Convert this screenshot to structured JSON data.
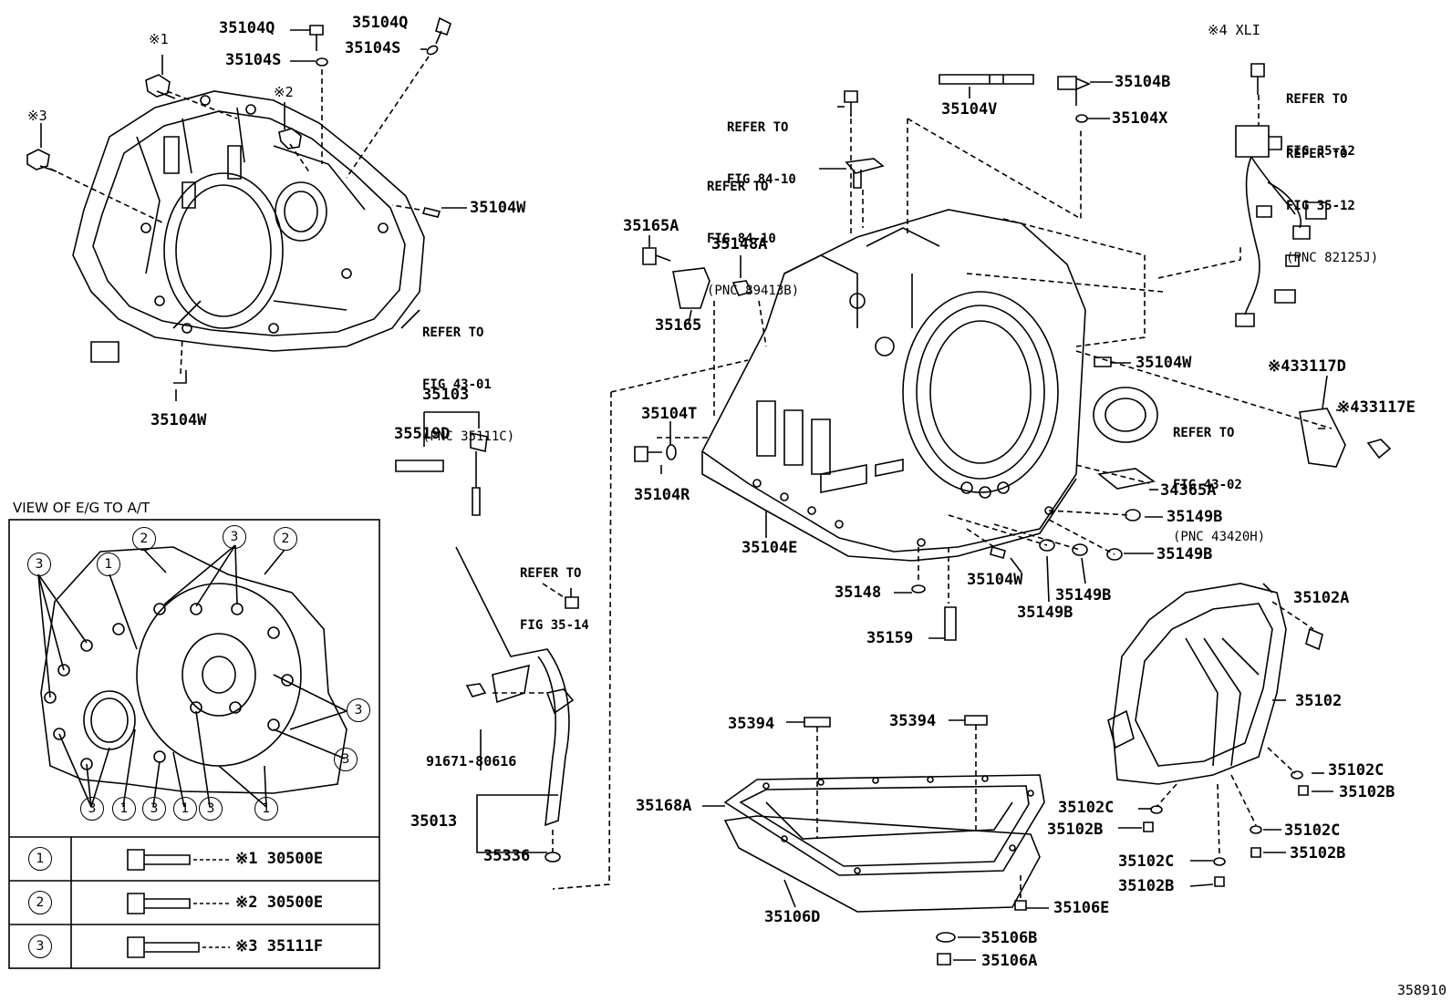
{
  "diagram": {
    "figure_id": "358910",
    "note_top_right": "※4 XLI",
    "view_title": "VIEW OF E/G TO A/T",
    "parts": {
      "p35104Q_a": "35104Q",
      "p35104Q_b": "35104Q",
      "p35104S_a": "35104S",
      "p35104S_b": "35104S",
      "p35104W_a": "35104W",
      "p35104W_b": "35104W",
      "p35104W_c": "35104W",
      "p35104W_d": "35104W",
      "p35104V": "35104V",
      "p35104B": "35104B",
      "p35104X": "35104X",
      "p35165A": "35165A",
      "p35148A": "35148A",
      "p35165": "35165",
      "p35103": "35103",
      "p35519D": "35519D",
      "p35104T": "35104T",
      "p35104R": "35104R",
      "p35104E": "35104E",
      "p35148": "35148",
      "p35159": "35159",
      "p35149B_a": "35149B",
      "p35149B_b": "35149B",
      "p35149B_c": "35149B",
      "p35149B_d": "35149B",
      "p34365A": "34365A",
      "p433117D": "※433117D",
      "p433117E": "※433117E",
      "p35102A": "35102A",
      "p35102": "35102",
      "p35102C_a": "35102C",
      "p35102B_a": "35102B",
      "p35102C_b": "35102C",
      "p35102B_b": "35102B",
      "p35102C_c": "35102C",
      "p35102B_c": "35102B",
      "p35102C_d": "35102C",
      "p35102B_d": "35102B",
      "p91671": "91671-80616",
      "p35013": "35013",
      "p35336": "35336",
      "p35394_a": "35394",
      "p35394_b": "35394",
      "p35168A": "35168A",
      "p35106D": "35106D",
      "p35106E": "35106E",
      "p35106B": "35106B",
      "p35106A": "35106A",
      "mark1": "※1",
      "mark2": "※2",
      "mark3": "※3"
    },
    "refs": {
      "r1": {
        "line1": "REFER TO",
        "line2": "FIG 43-01",
        "pnc": "(PNC 35111C)"
      },
      "r2": {
        "line1": "REFER TO",
        "line2": "FIG 84-10"
      },
      "r3": {
        "line1": "REFER TO",
        "line2": "FIG 84-10",
        "pnc": "(PNC 89413B)"
      },
      "r4": {
        "line1": "REFER TO",
        "line2": "FIG 35-12"
      },
      "r5": {
        "line1": "REFER TO",
        "line2": "FIG 35-12",
        "pnc": "(PNC 82125J)"
      },
      "r6": {
        "line1": "REFER TO",
        "line2": "FIG 35-14"
      },
      "r7": {
        "line1": "REFER TO",
        "line2": "FIG 43-02",
        "pnc": "(PNC 43420H)"
      }
    },
    "callouts": {
      "c1": "1",
      "c2": "2",
      "c3": "3"
    },
    "bolt_table": [
      {
        "num": "1",
        "part": "※1 30500E"
      },
      {
        "num": "2",
        "part": "※2 30500E"
      },
      {
        "num": "3",
        "part": "※3 35111F"
      }
    ]
  }
}
